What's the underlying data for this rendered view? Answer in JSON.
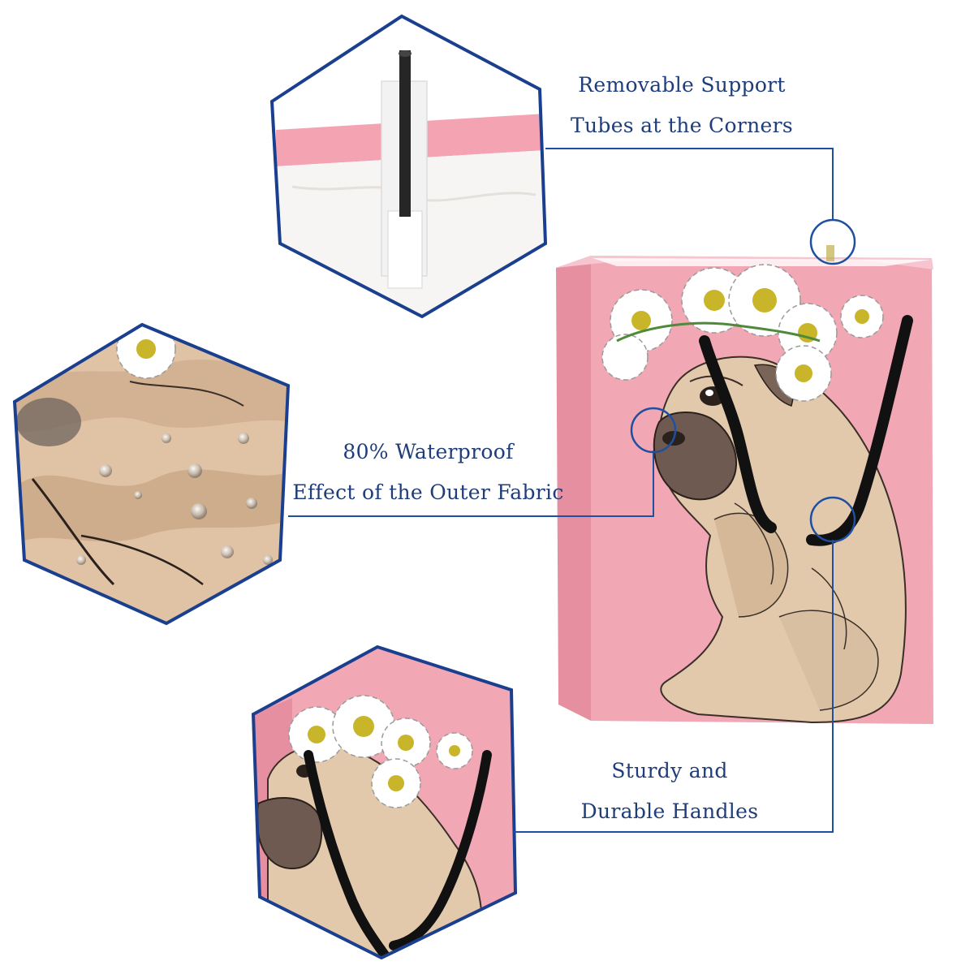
{
  "colors": {
    "accent_line": "#1f4fa0",
    "caption_text": "#1f3d7a",
    "hexagon_border": "#1a3f8f",
    "basket_pink": "#f2a7b4",
    "pug_fur": "#e3c9ac",
    "daisy_center": "#c9b52a",
    "handle": "#111111"
  },
  "callouts": {
    "support_tubes": {
      "line1": "Removable Support",
      "line2": "Tubes at the Corners"
    },
    "waterproof": {
      "line1": "80% Waterproof",
      "line2": "Effect of the Outer Fabric"
    },
    "handles": {
      "line1": "Sturdy and",
      "line2": "Durable Handles"
    }
  }
}
